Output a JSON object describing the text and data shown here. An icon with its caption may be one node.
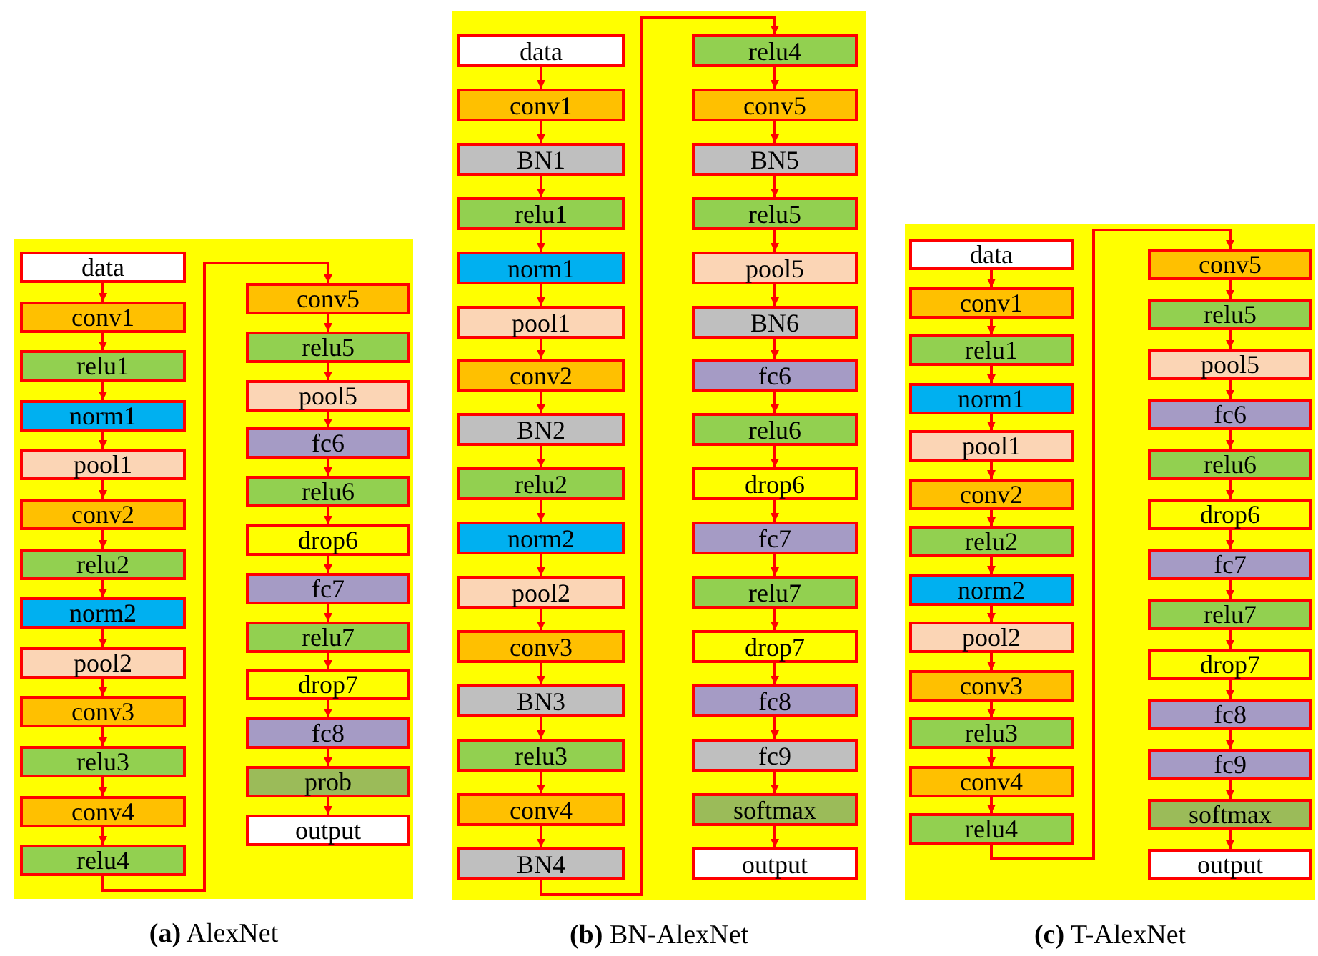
{
  "diagram": {
    "nodes": [
      {
        "text": [
          "**(a)** AlexNet"
        ]
      },
      {
        "text": [
          "data"
        ],
        "in": 0
      },
      {
        "text": [
          "conv1"
        ],
        "in": 0
      },
      {
        "text": [
          "relu1"
        ],
        "in": 0
      },
      {
        "text": [
          "norm1"
        ],
        "in": 0
      },
      {
        "text": [
          "pool1"
        ],
        "in": 0
      },
      {
        "text": [
          "conv2"
        ],
        "in": 0
      },
      {
        "text": [
          "relu2"
        ],
        "in": 0
      },
      {
        "text": [
          "norm2"
        ],
        "in": 0
      },
      {
        "text": [
          "pool2"
        ],
        "in": 0
      },
      {
        "text": [
          "conv3"
        ],
        "in": 0
      },
      {
        "text": [
          "relu3"
        ],
        "in": 0
      },
      {
        "text": [
          "conv4"
        ],
        "in": 0
      },
      {
        "text": [
          "relu4"
        ],
        "in": 0
      },
      {
        "text": [
          "conv5"
        ],
        "in": 0
      },
      {
        "text": [
          "relu5"
        ],
        "in": 0
      },
      {
        "text": [
          "pool5"
        ],
        "in": 0
      },
      {
        "text": [
          "fc6"
        ],
        "in": 0
      },
      {
        "text": [
          "relu6"
        ],
        "in": 0
      },
      {
        "text": [
          "drop6"
        ],
        "in": 0
      },
      {
        "text": [
          "fc7"
        ],
        "in": 0
      },
      {
        "text": [
          "relu7"
        ],
        "in": 0
      },
      {
        "text": [
          "drop7"
        ],
        "in": 0
      },
      {
        "text": [
          "fc8"
        ],
        "in": 0
      },
      {
        "text": [
          "prob"
        ],
        "in": 0
      },
      {
        "text": [
          "output"
        ],
        "in": 0
      },
      {
        "text": [
          "**(b)** BN-AlexNet"
        ]
      },
      {
        "text": [
          "data"
        ],
        "in": 26
      },
      {
        "text": [
          "conv1"
        ],
        "in": 26
      },
      {
        "text": [
          "BN1"
        ],
        "in": 26
      },
      {
        "text": [
          "relu1"
        ],
        "in": 26
      },
      {
        "text": [
          "norm1"
        ],
        "in": 26
      },
      {
        "text": [
          "pool1"
        ],
        "in": 26
      },
      {
        "text": [
          "conv2"
        ],
        "in": 26
      },
      {
        "text": [
          "BN2"
        ],
        "in": 26
      },
      {
        "text": [
          "relu2"
        ],
        "in": 26
      },
      {
        "text": [
          "norm2"
        ],
        "in": 26
      },
      {
        "text": [
          "pool2"
        ],
        "in": 26
      },
      {
        "text": [
          "conv3"
        ],
        "in": 26
      },
      {
        "text": [
          "BN3"
        ],
        "in": 26
      },
      {
        "text": [
          "relu3"
        ],
        "in": 26
      },
      {
        "text": [
          "conv4"
        ],
        "in": 26
      },
      {
        "text": [
          "BN4"
        ],
        "in": 26
      },
      {
        "text": [
          "relu4"
        ],
        "in": 26
      },
      {
        "text": [
          "conv5"
        ],
        "in": 26
      },
      {
        "text": [
          "BN5"
        ],
        "in": 26
      },
      {
        "text": [
          "relu5"
        ],
        "in": 26
      },
      {
        "text": [
          "pool5"
        ],
        "in": 26
      },
      {
        "text": [
          "BN6"
        ],
        "in": 26
      },
      {
        "text": [
          "fc6"
        ],
        "in": 26
      },
      {
        "text": [
          "relu6"
        ],
        "in": 26
      },
      {
        "text": [
          "drop6"
        ],
        "in": 26
      },
      {
        "text": [
          "fc7"
        ],
        "in": 26
      },
      {
        "text": [
          "relu7"
        ],
        "in": 26
      },
      {
        "text": [
          "drop7"
        ],
        "in": 26
      },
      {
        "text": [
          "fc8"
        ],
        "in": 26
      },
      {
        "text": [
          "fc9"
        ],
        "in": 26
      },
      {
        "text": [
          "softmax"
        ],
        "in": 26
      },
      {
        "text": [
          "output"
        ],
        "in": 26
      },
      {
        "text": [
          "**(c)** T-AlexNet"
        ]
      },
      {
        "text": [
          "data"
        ],
        "in": 59
      },
      {
        "text": [
          "conv1"
        ],
        "in": 59
      },
      {
        "text": [
          "relu1"
        ],
        "in": 59
      },
      {
        "text": [
          "norm1"
        ],
        "in": 59
      },
      {
        "text": [
          "pool1"
        ],
        "in": 59
      },
      {
        "text": [
          "conv2"
        ],
        "in": 59
      },
      {
        "text": [
          "relu2"
        ],
        "in": 59
      },
      {
        "text": [
          "norm2"
        ],
        "in": 59
      },
      {
        "text": [
          "pool2"
        ],
        "in": 59
      },
      {
        "text": [
          "conv3"
        ],
        "in": 59
      },
      {
        "text": [
          "relu3"
        ],
        "in": 59
      },
      {
        "text": [
          "conv4"
        ],
        "in": 59
      },
      {
        "text": [
          "relu4"
        ],
        "in": 59
      },
      {
        "text": [
          "conv5"
        ],
        "in": 59
      },
      {
        "text": [
          "relu5"
        ],
        "in": 59
      },
      {
        "text": [
          "pool5"
        ],
        "in": 59
      },
      {
        "text": [
          "fc6"
        ],
        "in": 59
      },
      {
        "text": [
          "relu6"
        ],
        "in": 59
      },
      {
        "text": [
          "drop6"
        ],
        "in": 59
      },
      {
        "text": [
          "fc7"
        ],
        "in": 59
      },
      {
        "text": [
          "relu7"
        ],
        "in": 59
      },
      {
        "text": [
          "drop7"
        ],
        "in": 59
      },
      {
        "text": [
          "fc8"
        ],
        "in": 59
      },
      {
        "text": [
          "fc9"
        ],
        "in": 59
      },
      {
        "text": [
          "softmax"
        ],
        "in": 59
      },
      {
        "text": [
          "output"
        ],
        "in": 59
      }
    ],
    "edges": [
      {
        "from": 1,
        "to": 2,
        "arrow": "to"
      },
      {
        "from": 2,
        "to": 3,
        "arrow": "to"
      },
      {
        "from": 3,
        "to": 4,
        "arrow": "to"
      },
      {
        "from": 4,
        "to": 5,
        "arrow": "to"
      },
      {
        "from": 5,
        "to": 6,
        "arrow": "to"
      },
      {
        "from": 6,
        "to": 7,
        "arrow": "to"
      },
      {
        "from": 7,
        "to": 8,
        "arrow": "to"
      },
      {
        "from": 8,
        "to": 9,
        "arrow": "to"
      },
      {
        "from": 9,
        "to": 10,
        "arrow": "to"
      },
      {
        "from": 10,
        "to": 11,
        "arrow": "to"
      },
      {
        "from": 11,
        "to": 12,
        "arrow": "to"
      },
      {
        "from": 12,
        "to": 13,
        "arrow": "to"
      },
      {
        "from": 13,
        "to": 14,
        "arrow": "to"
      },
      {
        "from": 14,
        "to": 15,
        "arrow": "to"
      },
      {
        "from": 15,
        "to": 16,
        "arrow": "to"
      },
      {
        "from": 16,
        "to": 17,
        "arrow": "to"
      },
      {
        "from": 17,
        "to": 18,
        "arrow": "to"
      },
      {
        "from": 18,
        "to": 19,
        "arrow": "to"
      },
      {
        "from": 19,
        "to": 20,
        "arrow": "to"
      },
      {
        "from": 20,
        "to": 21,
        "arrow": "to"
      },
      {
        "from": 21,
        "to": 22,
        "arrow": "to"
      },
      {
        "from": 22,
        "to": 23,
        "arrow": "to"
      },
      {
        "from": 23,
        "to": 24,
        "arrow": "to"
      },
      {
        "from": 24,
        "to": 25,
        "arrow": "to"
      },
      {
        "from": 27,
        "to": 28,
        "arrow": "to"
      },
      {
        "from": 28,
        "to": 29,
        "arrow": "to"
      },
      {
        "from": 29,
        "to": 30,
        "arrow": "to"
      },
      {
        "from": 30,
        "to": 31,
        "arrow": "to"
      },
      {
        "from": 31,
        "to": 32,
        "arrow": "to"
      },
      {
        "from": 32,
        "to": 33,
        "arrow": "to"
      },
      {
        "from": 33,
        "to": 34,
        "arrow": "to"
      },
      {
        "from": 34,
        "to": 35,
        "arrow": "to"
      },
      {
        "from": 35,
        "to": 36,
        "arrow": "to"
      },
      {
        "from": 36,
        "to": 37,
        "arrow": "to"
      },
      {
        "from": 37,
        "to": 38,
        "arrow": "to"
      },
      {
        "from": 38,
        "to": 39,
        "arrow": "to"
      },
      {
        "from": 39,
        "to": 40,
        "arrow": "to"
      },
      {
        "from": 40,
        "to": 41,
        "arrow": "to"
      },
      {
        "from": 41,
        "to": 42,
        "arrow": "to"
      },
      {
        "from": 42,
        "to": 43,
        "arrow": "to"
      },
      {
        "from": 43,
        "to": 44,
        "arrow": "to"
      },
      {
        "from": 44,
        "to": 45,
        "arrow": "to"
      },
      {
        "from": 45,
        "to": 46,
        "arrow": "to"
      },
      {
        "from": 46,
        "to": 47,
        "arrow": "to"
      },
      {
        "from": 47,
        "to": 48,
        "arrow": "to"
      },
      {
        "from": 48,
        "to": 49,
        "arrow": "to"
      },
      {
        "from": 49,
        "to": 50,
        "arrow": "to"
      },
      {
        "from": 50,
        "to": 51,
        "arrow": "to"
      },
      {
        "from": 51,
        "to": 52,
        "arrow": "to"
      },
      {
        "from": 52,
        "to": 53,
        "arrow": "to"
      },
      {
        "from": 53,
        "to": 54,
        "arrow": "to"
      },
      {
        "from": 54,
        "to": 55,
        "arrow": "to"
      },
      {
        "from": 55,
        "to": 56,
        "arrow": "to"
      },
      {
        "from": 56,
        "to": 57,
        "arrow": "to"
      },
      {
        "from": 57,
        "to": 58,
        "arrow": "to"
      },
      {
        "from": 60,
        "to": 61,
        "arrow": "to"
      },
      {
        "from": 61,
        "to": 62,
        "arrow": "to"
      },
      {
        "from": 62,
        "to": 63,
        "arrow": "to"
      },
      {
        "from": 63,
        "to": 64,
        "arrow": "to"
      },
      {
        "from": 64,
        "to": 65,
        "arrow": "to"
      },
      {
        "from": 65,
        "to": 66,
        "arrow": "to"
      },
      {
        "from": 66,
        "to": 67,
        "arrow": "to"
      },
      {
        "from": 67,
        "to": 68,
        "arrow": "to"
      },
      {
        "from": 68,
        "to": 69,
        "arrow": "to"
      },
      {
        "from": 69,
        "to": 70,
        "arrow": "to"
      },
      {
        "from": 70,
        "to": 71,
        "arrow": "to"
      },
      {
        "from": 71,
        "to": 72,
        "arrow": "to"
      },
      {
        "from": 72,
        "to": 73,
        "arrow": "to"
      },
      {
        "from": 73,
        "to": 74,
        "arrow": "to"
      },
      {
        "from": 74,
        "to": 75,
        "arrow": "to"
      },
      {
        "from": 75,
        "to": 76,
        "arrow": "to"
      },
      {
        "from": 76,
        "to": 77,
        "arrow": "to"
      },
      {
        "from": 77,
        "to": 78,
        "arrow": "to"
      },
      {
        "from": 78,
        "to": 79,
        "arrow": "to"
      },
      {
        "from": 79,
        "to": 80,
        "arrow": "to"
      },
      {
        "from": 80,
        "to": 81,
        "arrow": "to"
      },
      {
        "from": 81,
        "to": 82,
        "arrow": "to"
      },
      {
        "from": 82,
        "to": 83,
        "arrow": "to"
      },
      {
        "from": 83,
        "to": 84,
        "arrow": "to"
      },
      {
        "from": 84,
        "to": 85,
        "arrow": "to"
      }
    ]
  }
}
